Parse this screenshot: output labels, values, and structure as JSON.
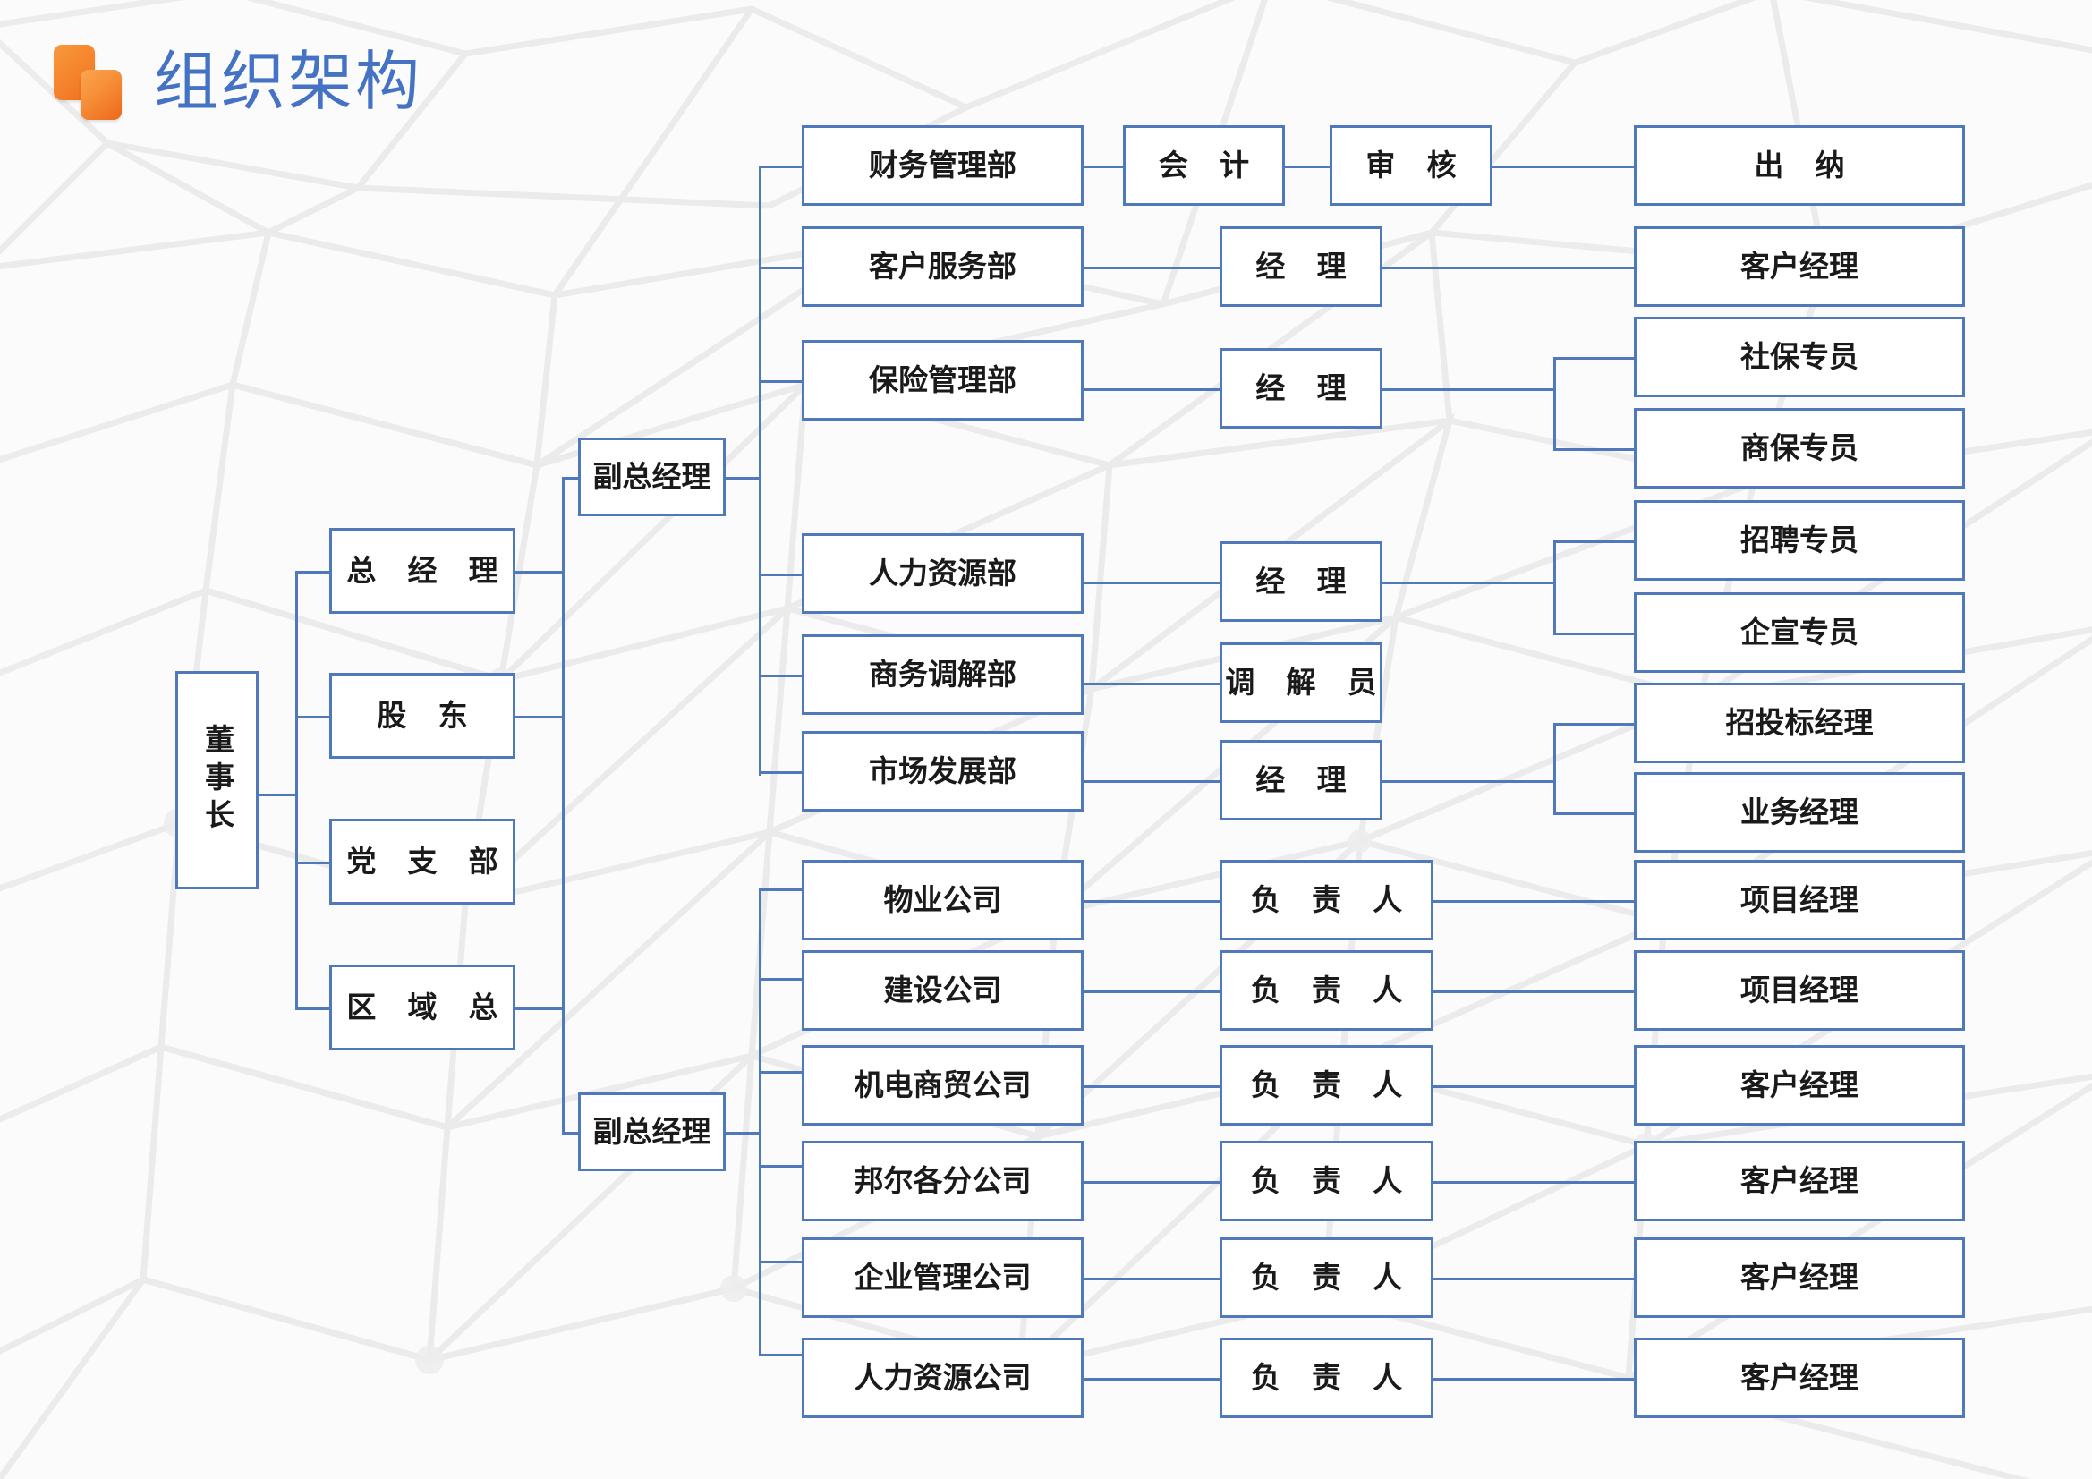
{
  "slide": {
    "title": "组织架构",
    "logo_icon": "two-rounded-squares-icon",
    "accent_color": "#4472c4",
    "node_border_color": "#4f79ba",
    "logo_color": "#f0821f",
    "background_color": "#fbfbfb"
  },
  "nodes": {
    "chairman": "董事长",
    "general_manager": "总 经 理",
    "shareholder": "股  东",
    "party_branch": "党 支 部",
    "regional_head": "区 域 总",
    "deputy_gm_1": "副总经理",
    "deputy_gm_2": "副总经理",
    "finance_dept": "财务管理部",
    "accountant": "会  计",
    "audit": "审  核",
    "cashier": "出  纳",
    "customer_service_dept": "客户服务部",
    "cs_manager": "经  理",
    "cs_account_manager": "客户经理",
    "insurance_dept": "保险管理部",
    "insurance_manager": "经  理",
    "social_insurance_specialist": "社保专员",
    "commercial_insurance_specialist": "商保专员",
    "hr_dept": "人力资源部",
    "hr_manager": "经  理",
    "recruitment_specialist": "招聘专员",
    "pr_specialist": "企宣专员",
    "mediation_dept": "商务调解部",
    "mediator": "调 解 员",
    "market_dev_dept": "市场发展部",
    "market_manager": "经  理",
    "bidding_manager": "招投标经理",
    "business_manager": "业务经理",
    "property_company": "物业公司",
    "property_lead": "负 责 人",
    "property_project_manager": "项目经理",
    "construction_company": "建设公司",
    "construction_lead": "负 责 人",
    "construction_project_manager": "项目经理",
    "electromechanical_company": "机电商贸公司",
    "electromechanical_lead": "负 责 人",
    "electromechanical_account_manager": "客户经理",
    "bangerge_branch": "邦尔各分公司",
    "bangerge_lead": "负 责 人",
    "bangerge_account_manager": "客户经理",
    "enterprise_mgmt_company": "企业管理公司",
    "enterprise_lead": "负 责 人",
    "enterprise_account_manager": "客户经理",
    "hr_company": "人力资源公司",
    "hr_company_lead": "负 责 人",
    "hr_company_account_manager": "客户经理"
  }
}
